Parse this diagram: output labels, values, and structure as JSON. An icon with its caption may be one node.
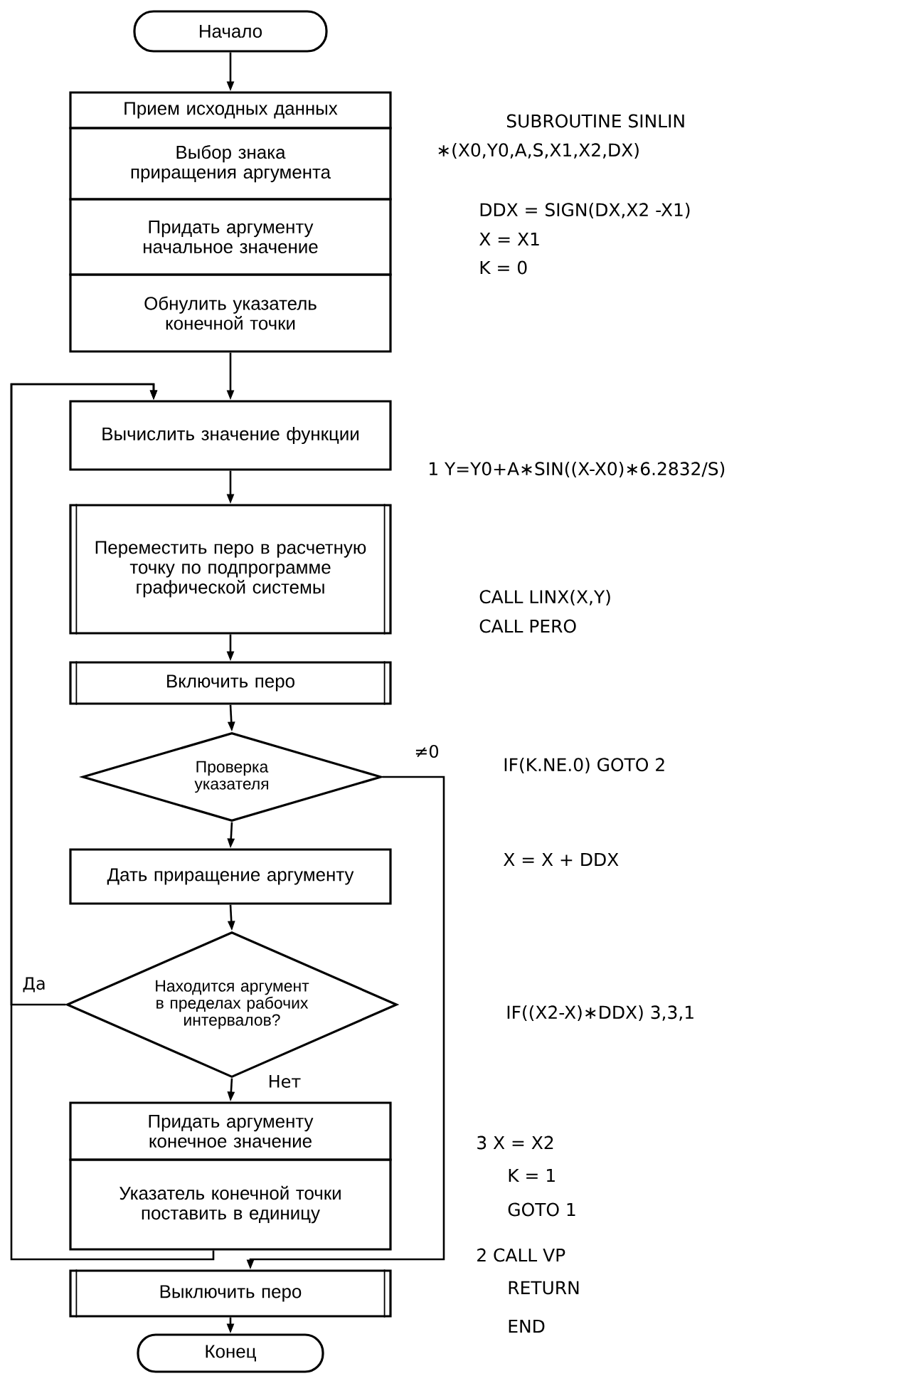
{
  "diagram": {
    "nodes": [
      {
        "text": [
          "Начало"
        ]
      },
      {
        "text": [
          "Прием исходных данных"
        ]
      },
      {
        "text": [
          "Выбор знака приращения аргумента"
        ]
      },
      {
        "text": [
          "Придать аргументу начальное значение"
        ]
      },
      {
        "text": [
          "Обнулить указатель конечной точки"
        ]
      },
      {
        "text": [
          "Вычислить значение функции"
        ]
      },
      {
        "text": [
          "Переместить перо в расчетную точку по подпрограмме графической системы"
        ]
      },
      {
        "text": [
          "Включить перо"
        ]
      },
      {
        "text": [
          "Проверка указателя"
        ]
      },
      {
        "text": [
          "Дать приращение аргументу"
        ]
      },
      {
        "text": [
          "Находится аргумент в пределах рабочих интервалов?"
        ]
      },
      {
        "text": [
          "Придать аргументу конечное значение"
        ]
      },
      {
        "text": [
          "Указатель конечной точки поставить в единицу"
        ]
      },
      {
        "text": [
          "Выключить перо"
        ]
      },
      {
        "text": [
          "Конец"
        ]
      }
    ],
    "edges": [
      {
        "from": 0,
        "to": 1,
        "arrow": "to"
      },
      {
        "from": 4,
        "to": 5,
        "arrow": "to"
      },
      {
        "from": 5,
        "to": 6,
        "arrow": "to"
      },
      {
        "from": 6,
        "to": 7,
        "arrow": "to"
      },
      {
        "from": 7,
        "to": 8,
        "arrow": "to"
      },
      {
        "from": 8,
        "to": 9,
        "arrow": "to"
      },
      {
        "from": 8,
        "to": 13,
        "arrow": "to",
        "label": "≠0"
      },
      {
        "from": 9,
        "to": 10,
        "arrow": "to"
      },
      {
        "from": 10,
        "to": 5,
        "arrow": "to",
        "label": "Да"
      },
      {
        "from": 10,
        "to": 11,
        "arrow": "to",
        "label": "Нет"
      },
      {
        "from": 12,
        "to": 5,
        "arrow": "to"
      },
      {
        "from": 13,
        "to": 14,
        "arrow": "to"
      }
    ],
    "labels": [
      "SUBROUTINE SINLIN",
      "∗(X0,Y0,A,S,X1,X2,DX)",
      "DDX = SIGN(DX,X2 -X1)",
      "X = X1",
      "K = 0",
      "1 Y=Y0+A∗SIN((X-X0)∗6.2832/S)",
      "CALL LINX(X,Y)",
      "CALL PERO",
      "IF(K.NE.0) GOTO 2",
      "X = X + DDX",
      "IF((X2-X)∗DDX) 3,3,1",
      "3 X = X2",
      "K = 1",
      "GOTO 1",
      "2 CALL VP",
      "RETURN",
      "END"
    ]
  }
}
